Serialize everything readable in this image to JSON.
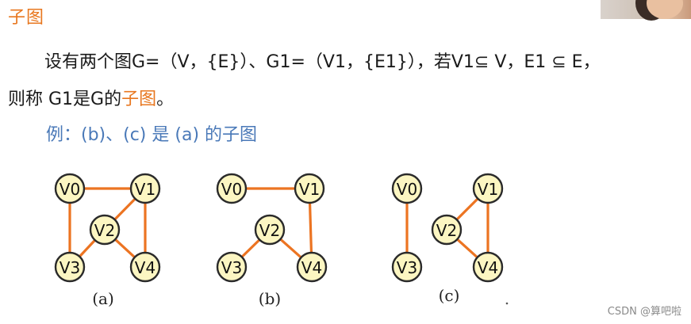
{
  "heading": "子图",
  "definition": {
    "line1": "设有两个图G=（V，{E}）、G1=（V1，{E1}），若V1⊆ V，E1 ⊆ E，",
    "line2_prefix": "则称 G1是G的",
    "line2_highlight": "子图",
    "line2_suffix": "。"
  },
  "example": "例：(b)、(c) 是 (a) 的子图",
  "graphs": [
    {
      "caption": "(a)",
      "nodes": [
        "V0",
        "V1",
        "V2",
        "V3",
        "V4"
      ],
      "edges": [
        [
          "V0",
          "V1"
        ],
        [
          "V0",
          "V3"
        ],
        [
          "V1",
          "V2"
        ],
        [
          "V1",
          "V4"
        ],
        [
          "V2",
          "V3"
        ],
        [
          "V2",
          "V4"
        ]
      ]
    },
    {
      "caption": "(b)",
      "nodes": [
        "V0",
        "V1",
        "V2",
        "V3",
        "V4"
      ],
      "edges": [
        [
          "V0",
          "V1"
        ],
        [
          "V1",
          "V4"
        ],
        [
          "V2",
          "V3"
        ],
        [
          "V2",
          "V4"
        ]
      ]
    },
    {
      "caption": "(c)",
      "nodes": [
        "V0",
        "V1",
        "V2",
        "V3",
        "V4"
      ],
      "edges": [
        [
          "V0",
          "V3"
        ],
        [
          "V1",
          "V2"
        ],
        [
          "V1",
          "V4"
        ],
        [
          "V2",
          "V4"
        ]
      ]
    }
  ],
  "watermark": "CSDN @算吧啦",
  "colors": {
    "accent": "#e8771f",
    "example_text": "#4a79b8",
    "edge": "#ec7422",
    "node_fill": "#fcf6c2"
  }
}
